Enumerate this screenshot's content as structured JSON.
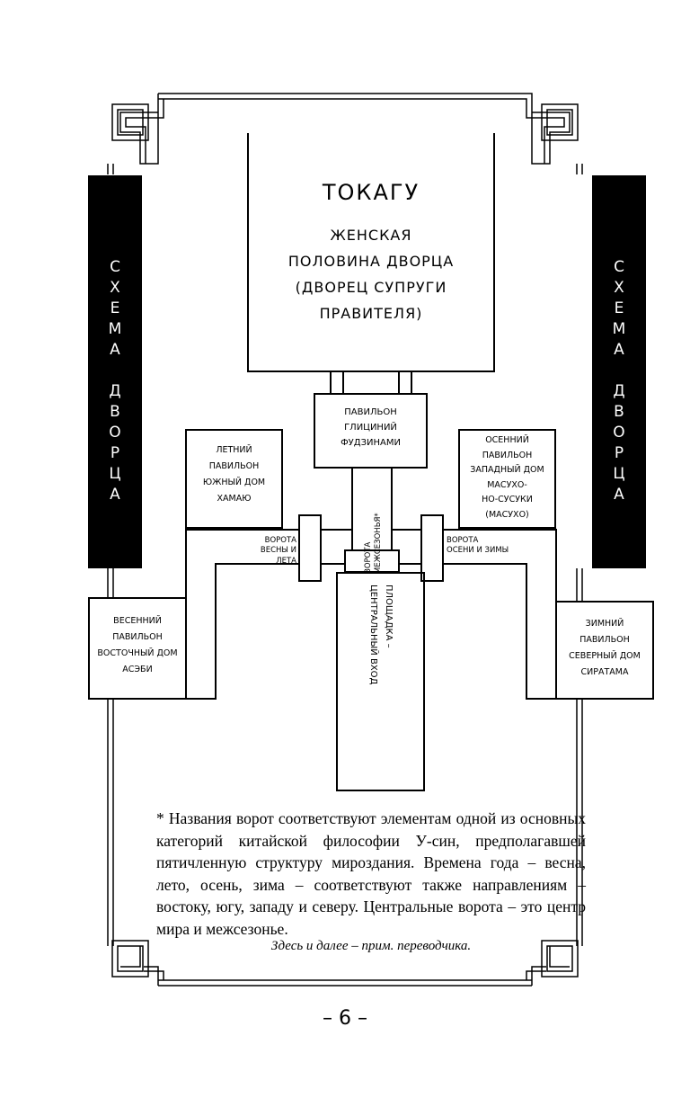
{
  "side_title_left": "СХЕМА ДВОРЦА ОКАГУ",
  "side_title_right": "СХЕМА ДВОРЦА ОКАГУ",
  "tokagu": {
    "title": "ТОКАГУ",
    "line1": "ЖЕНСКАЯ",
    "line2": "ПОЛОВИНА ДВОРЦА",
    "line3": "(ДВОРЕЦ СУПРУГИ",
    "line4": "ПРАВИТЕЛЯ)"
  },
  "wisteria": {
    "line1": "ПАВИЛЬОН",
    "line2": "ГЛИЦИНИЙ",
    "line3": "ФУДЗИНАМИ"
  },
  "summer": {
    "line1": "ЛЕТНИЙ",
    "line2": "ПАВИЛЬОН",
    "line3": "ЮЖНЫЙ ДОМ",
    "line4": "ХАМАЮ"
  },
  "autumn": {
    "line1": "ОСЕННИЙ",
    "line2": "ПАВИЛЬОН",
    "line3": "ЗАПАДНЫЙ ДОМ",
    "line4": "МАСУХО-",
    "line5": "НО-СУСУКИ",
    "line6": "(МАСУХО)"
  },
  "spring": {
    "line1": "ВЕСЕННИЙ",
    "line2": "ПАВИЛЬОН",
    "line3": "ВОСТОЧНЫЙ ДОМ",
    "line4": "АСЭБИ"
  },
  "winter": {
    "line1": "ЗИМНИЙ",
    "line2": "ПАВИЛЬОН",
    "line3": "СЕВЕРНЫЙ ДОМ",
    "line4": "СИРАТАМА"
  },
  "gate_spring_summer": {
    "line1": "ВОРОТА",
    "line2": "ВЕСНЫ И ЛЕТА"
  },
  "gate_autumn_winter": {
    "line1": "ВОРОТА",
    "line2": "ОСЕНИ И ЗИМЫ"
  },
  "gate_central": {
    "line1": "ВОРОТА",
    "line2": "МЕЖСЕЗОНЬЯ*"
  },
  "plaza": {
    "line1": "ПЛОЩАДКА –",
    "line2": "ЦЕНТРАЛЬНЫЙ ВХОД"
  },
  "footnote": "* Названия ворот соответствуют элементам одной из основных категорий китайской философии У-син, предполагавшей пятичленную структуру мироздания. Времена года – весна, лето, осень, зима – соответствуют также направлениям – востоку, югу, западу и северу. Центральные ворота – это центр мира и межсезонье.",
  "credit": "Здесь и далее – прим. переводчика.",
  "page_number": "– 6 –"
}
